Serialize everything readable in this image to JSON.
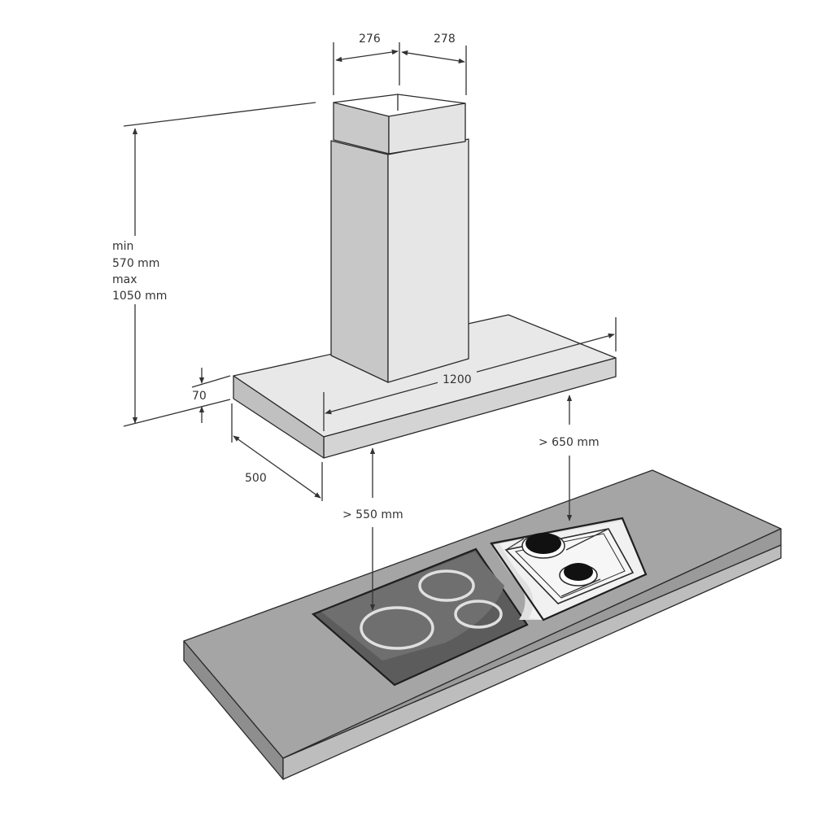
{
  "dimensions": {
    "chimney_width_left": "276",
    "chimney_width_right": "278",
    "height_min_label": "min",
    "height_min_value": "570 mm",
    "height_max_label": "max",
    "height_max_value": "1050 mm",
    "hood_thickness": "70",
    "hood_depth": "500",
    "hood_width": "1200",
    "clearance_gas": "> 650 mm",
    "clearance_electric": "> 550 mm"
  },
  "colors": {
    "chimney_front": "#c8c8c8",
    "chimney_side": "#e6e6e7",
    "hood_top": "#e8e8e9",
    "hood_front": "#d4d4d5",
    "countertop": "#a5a5a6",
    "induction_panel": "#5e5e5f",
    "gas_panel": "#f2f2f2",
    "line": "#333333"
  }
}
